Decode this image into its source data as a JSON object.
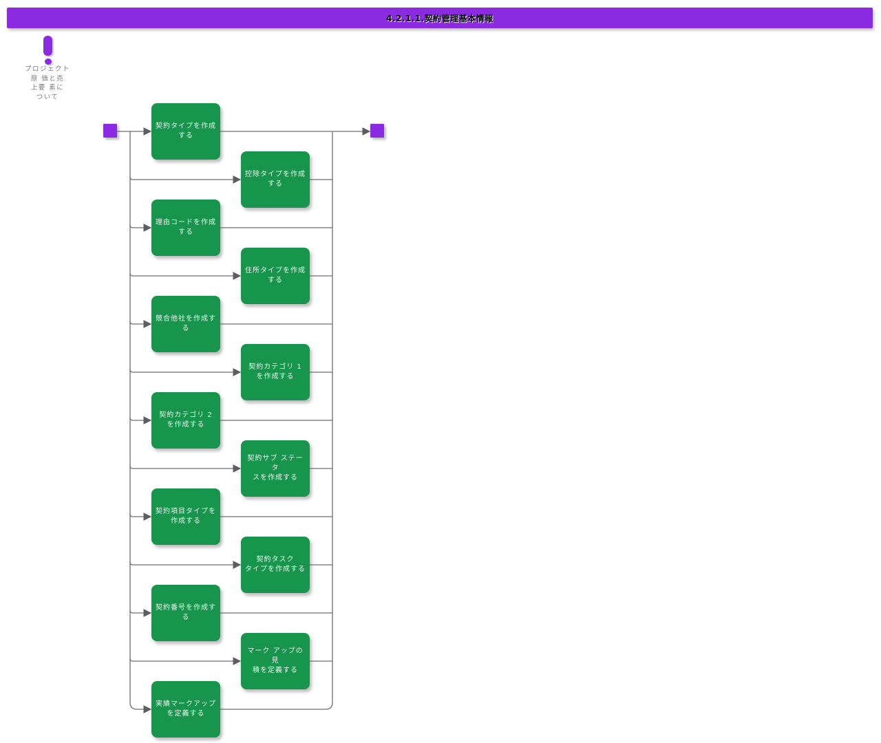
{
  "title": "4.2.1.1.契約管理基本情報",
  "note": {
    "icon": "exclamation-icon",
    "text": "プロジェクト\n原 価と売\n上要 素に\nついて"
  },
  "colors": {
    "purple": "#8A2BE2",
    "green": "#17954C",
    "line": "#6E6E6E",
    "arrow": "#5E5E5E",
    "note-text": "#7A7A7A",
    "node-text": "#EAF6EE",
    "title-text": "#000000"
  },
  "flow": {
    "start": "start",
    "end": "end",
    "nodes": [
      {
        "label": "契約タイプを作成\nする"
      },
      {
        "label": "控除タイプを作成\nする"
      },
      {
        "label": "理由コードを作成\nする"
      },
      {
        "label": "住所タイプを作成\nする"
      },
      {
        "label": "競合他社を作成す\nる"
      },
      {
        "label": "契約カテゴリ 1\nを作成する"
      },
      {
        "label": "契約カテゴリ 2\nを作成する"
      },
      {
        "label": "契約サブ ステータ\nスを作成する"
      },
      {
        "label": "契約項目タイプを\n作成する"
      },
      {
        "label": "契約タスク\nタイプを作成する"
      },
      {
        "label": "契約番号を作成す\nる"
      },
      {
        "label": "マーク アップの見\n積を定義する"
      },
      {
        "label": "実績マークアップ\nを定義する"
      }
    ]
  }
}
